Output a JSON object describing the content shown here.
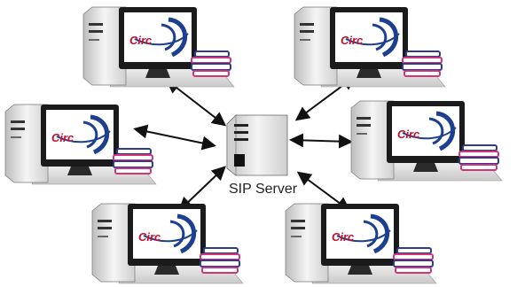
{
  "server": {
    "label": "SIP Server"
  },
  "clients": [
    {
      "logo_text": "Circ"
    },
    {
      "logo_text": "Circ"
    },
    {
      "logo_text": "Circ"
    },
    {
      "logo_text": "Circ"
    },
    {
      "logo_text": "Circ"
    },
    {
      "logo_text": "Circ"
    }
  ],
  "colors": {
    "tower": "#e9e9e9",
    "monitor": "#1b1b1b",
    "logo_blue": "#1d3f8f",
    "logo_red": "#c8102e",
    "book_blue": "#2c3d8f",
    "book_pink": "#d0357a"
  }
}
